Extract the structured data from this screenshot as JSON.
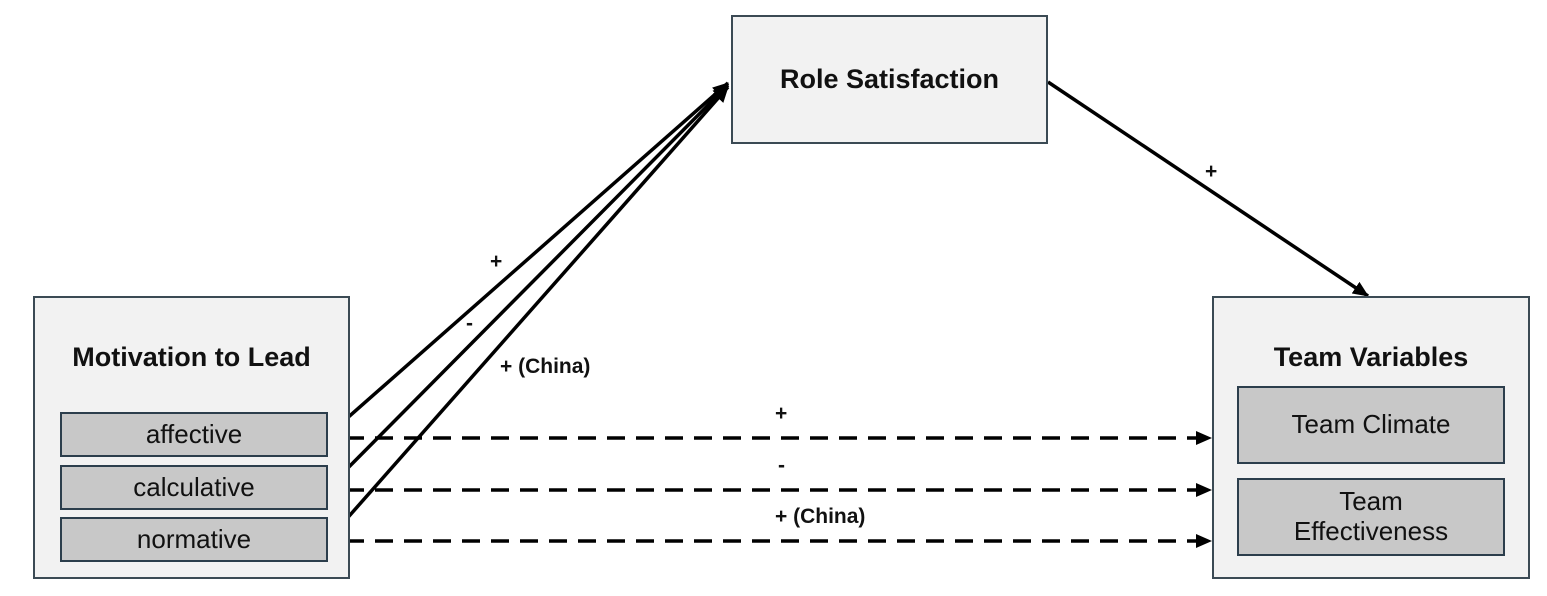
{
  "role_satisfaction": {
    "title": "Role Satisfaction"
  },
  "motivation": {
    "title": "Motivation to Lead",
    "items": [
      "affective",
      "calculative",
      "normative"
    ]
  },
  "team": {
    "title": "Team Variables",
    "items": [
      "Team Climate",
      "Team Effectiveness"
    ]
  },
  "paths": {
    "mtl_to_role": [
      "+",
      "-",
      "+ (China)"
    ],
    "role_to_team": "+",
    "mtl_to_team": [
      "+",
      "-",
      "+ (China)"
    ]
  }
}
